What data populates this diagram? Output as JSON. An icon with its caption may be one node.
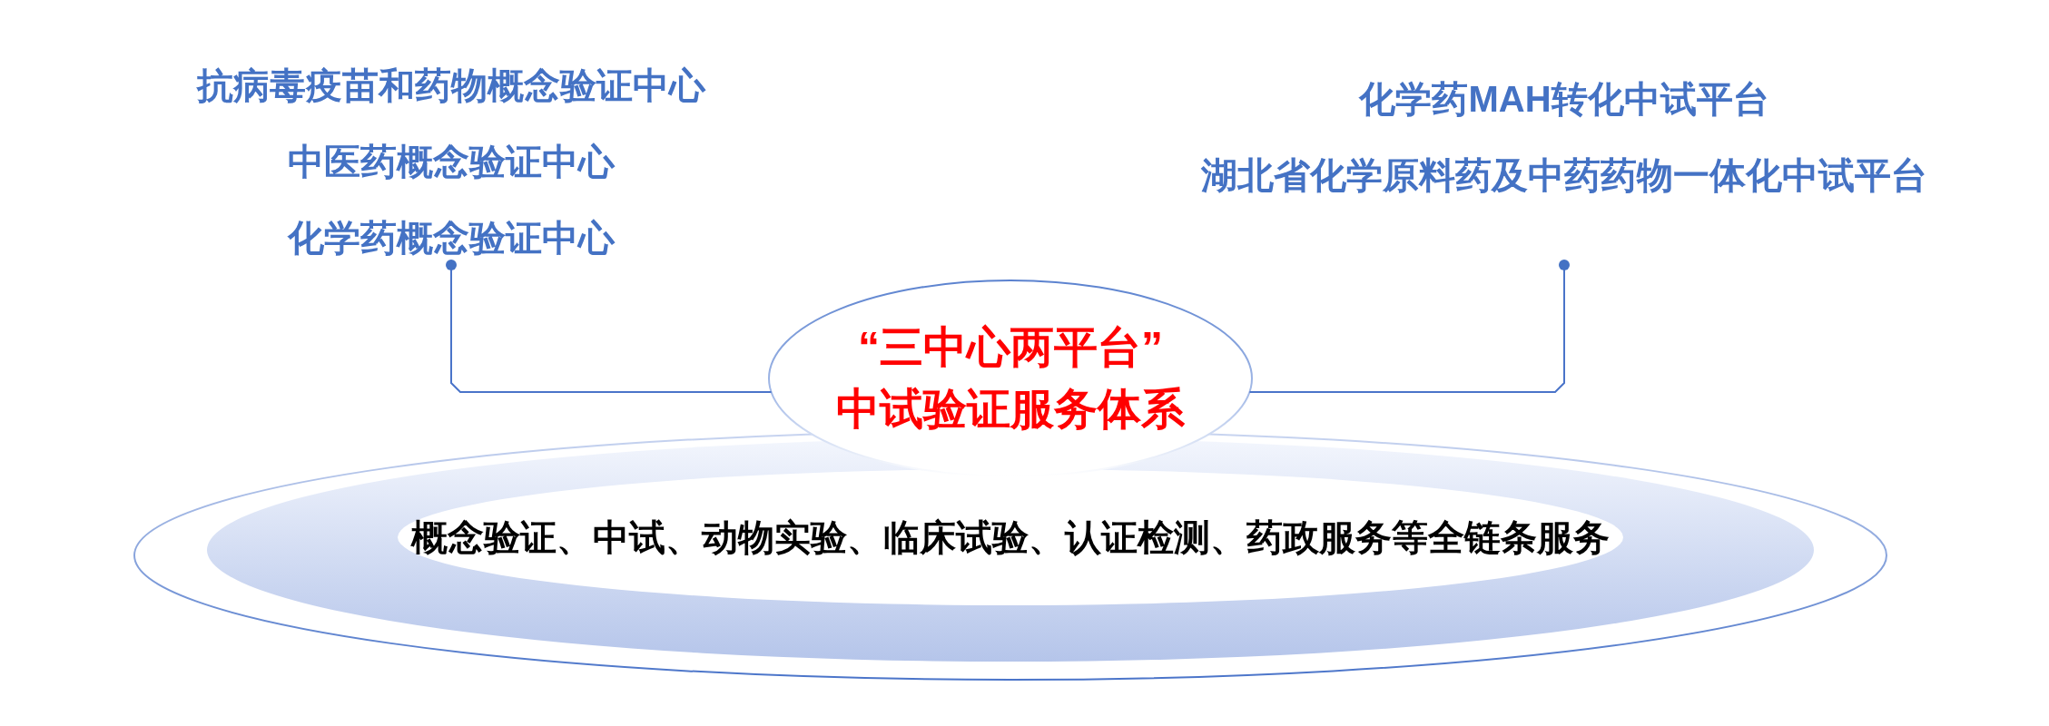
{
  "diagram": {
    "nodes": [
      {
        "text": [
          "抗病毒疫苗和药物概念验证中心",
          "中医药概念验证中心",
          "化学药概念验证中心"
        ]
      },
      {
        "text": [
          "化学药MAH转化中试平台",
          "湖北省化学原料药及中药药物一体化中试平台"
        ]
      },
      {
        "text": [
          "“三中心两平台”",
          "中试验证服务体系"
        ]
      },
      {
        "text": [
          "概念验证、中试、动物实验、临床试验、认证检测、药政服务等全链条服务"
        ]
      }
    ],
    "edges": [
      {
        "from": 0,
        "to": 2,
        "arrow": "other"
      },
      {
        "from": 1,
        "to": 2,
        "arrow": "other"
      }
    ]
  }
}
